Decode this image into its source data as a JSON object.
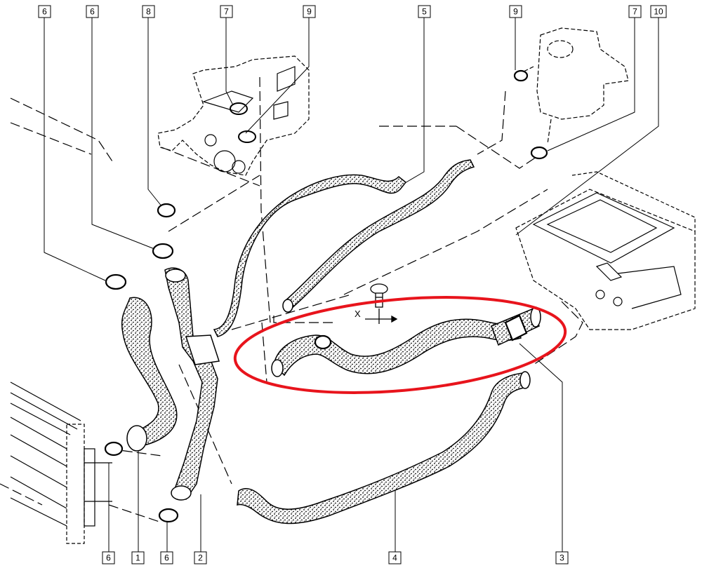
{
  "callouts_top": [
    {
      "id": "c-top-1",
      "text": "6"
    },
    {
      "id": "c-top-2",
      "text": "6"
    },
    {
      "id": "c-top-3",
      "text": "8"
    },
    {
      "id": "c-top-4",
      "text": "7"
    },
    {
      "id": "c-top-5",
      "text": "9"
    },
    {
      "id": "c-top-6",
      "text": "5"
    },
    {
      "id": "c-top-7",
      "text": "9"
    },
    {
      "id": "c-top-8",
      "text": "7"
    },
    {
      "id": "c-top-9",
      "text": "10"
    }
  ],
  "callouts_bottom": [
    {
      "id": "c-bot-1",
      "text": "6"
    },
    {
      "id": "c-bot-2",
      "text": "1"
    },
    {
      "id": "c-bot-3",
      "text": "6"
    },
    {
      "id": "c-bot-4",
      "text": "2"
    },
    {
      "id": "c-bot-5",
      "text": "4"
    },
    {
      "id": "c-bot-6",
      "text": "3"
    }
  ],
  "annotation_x": "X",
  "colors": {
    "ink": "#000000",
    "hose_fill": "#e6e6e6",
    "highlight": "#e8141c"
  }
}
